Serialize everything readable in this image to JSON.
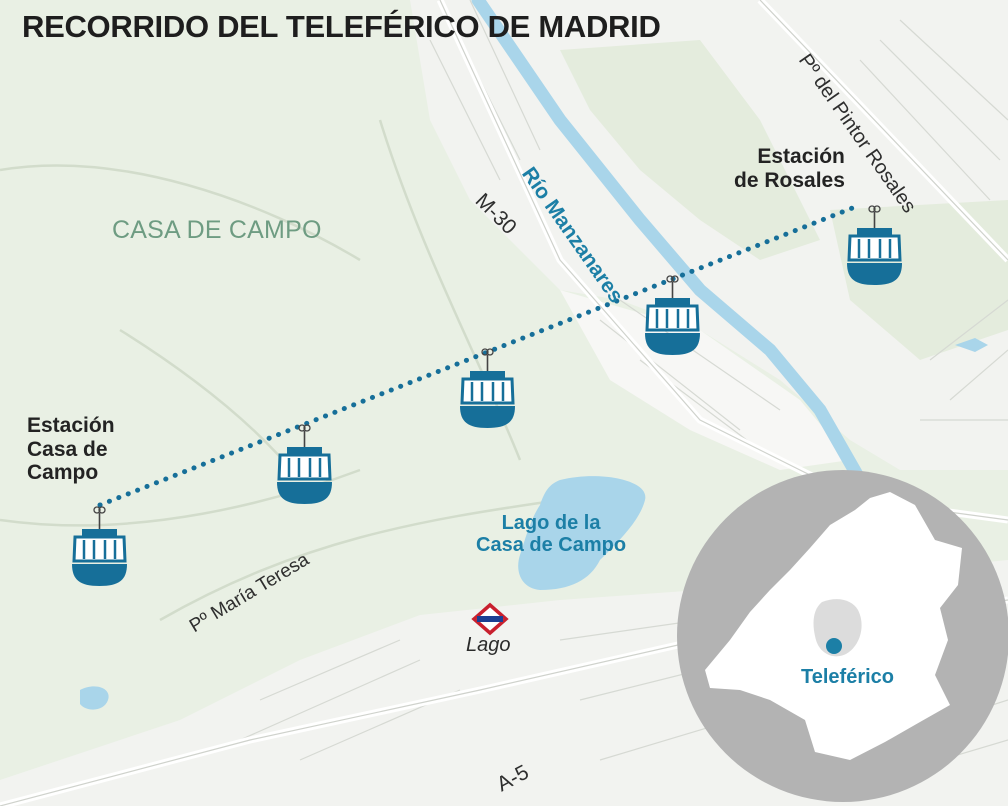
{
  "title": "RECORRIDO DEL TELEFÉRICO DE MADRID",
  "area_label": "CASA DE CAMPO",
  "stations": {
    "casa_de_campo": "Estación\nCasa de\nCampo",
    "rosales": "Estación\nde Rosales"
  },
  "river": "Río Manzanares",
  "roads": {
    "m30": "M-30",
    "a5": "A-5",
    "pintor_rosales": "Pº del Pintor Rosales",
    "maria_teresa": "Pº María Teresa"
  },
  "lake": "Lago de la\nCasa de Campo",
  "metro_station": "Lago",
  "locator_label": "Teleférico",
  "icons": [
    "cable-car-icon",
    "metro-icon"
  ],
  "colors": {
    "cable_blue": "#166f99",
    "river_blue": "#a9d5ea",
    "label_blue": "#1c7fa6",
    "park_green": "#6e9c82",
    "metro_red": "#c8202e"
  }
}
